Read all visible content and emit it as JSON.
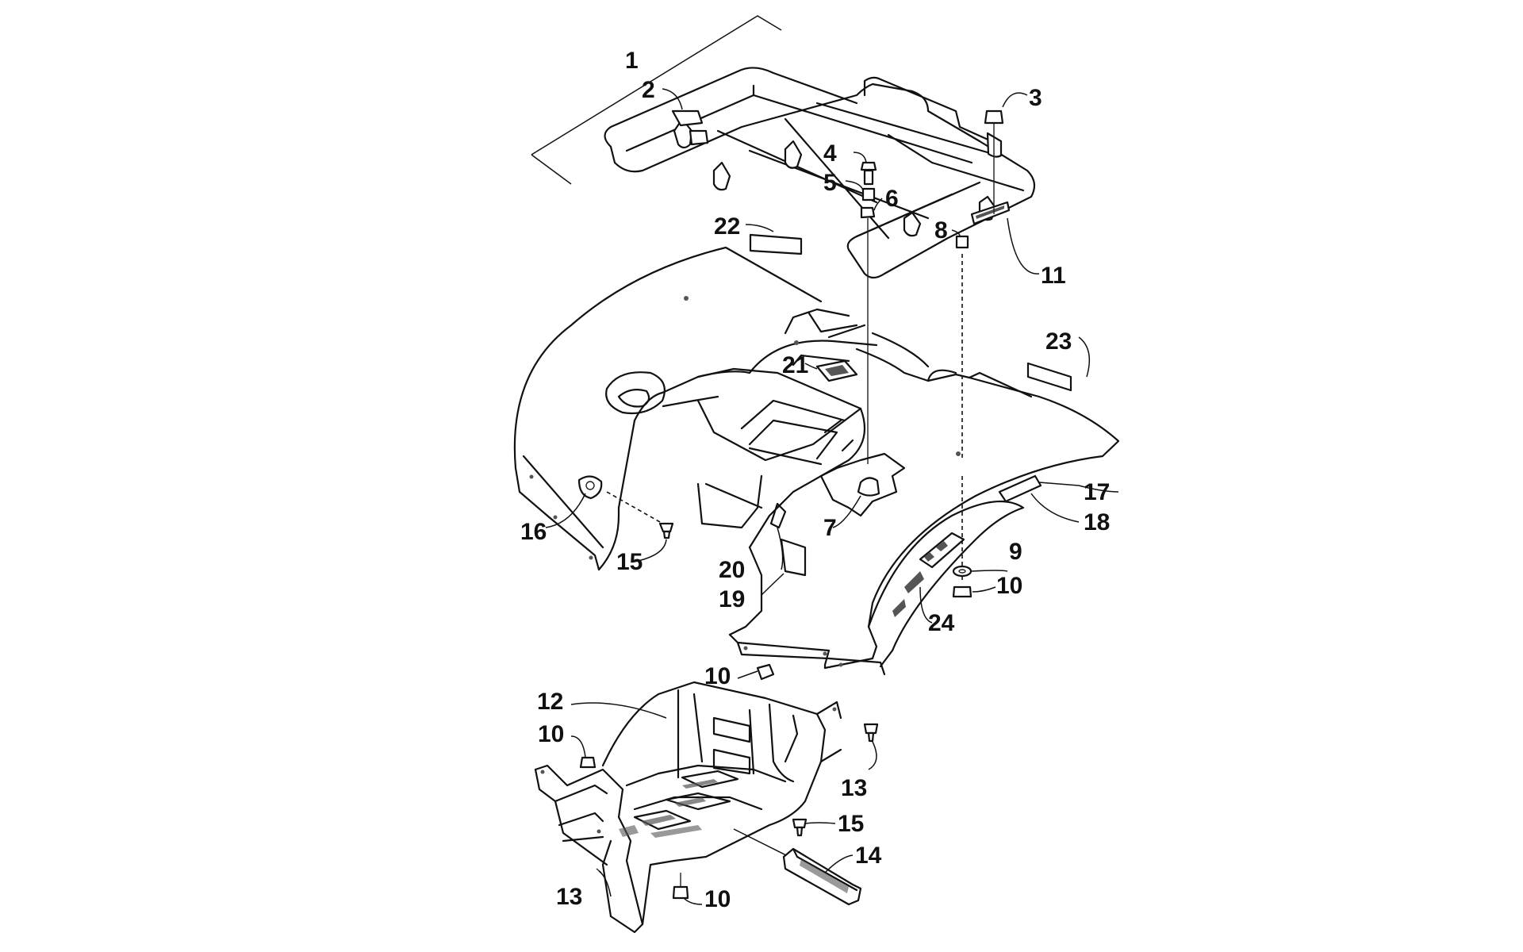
{
  "callouts": [
    {
      "id": "c1",
      "label": "1"
    },
    {
      "id": "c2",
      "label": "2"
    },
    {
      "id": "c3",
      "label": "3"
    },
    {
      "id": "c4",
      "label": "4"
    },
    {
      "id": "c5",
      "label": "5"
    },
    {
      "id": "c6",
      "label": "6"
    },
    {
      "id": "c7",
      "label": "7"
    },
    {
      "id": "c8",
      "label": "8"
    },
    {
      "id": "c9",
      "label": "9"
    },
    {
      "id": "c10a",
      "label": "10"
    },
    {
      "id": "c10b",
      "label": "10"
    },
    {
      "id": "c10c",
      "label": "10"
    },
    {
      "id": "c10d",
      "label": "10"
    },
    {
      "id": "c11",
      "label": "11"
    },
    {
      "id": "c12",
      "label": "12"
    },
    {
      "id": "c13a",
      "label": "13"
    },
    {
      "id": "c13b",
      "label": "13"
    },
    {
      "id": "c14",
      "label": "14"
    },
    {
      "id": "c15a",
      "label": "15"
    },
    {
      "id": "c15b",
      "label": "15"
    },
    {
      "id": "c16",
      "label": "16"
    },
    {
      "id": "c17",
      "label": "17"
    },
    {
      "id": "c18",
      "label": "18"
    },
    {
      "id": "c19",
      "label": "19"
    },
    {
      "id": "c20",
      "label": "20"
    },
    {
      "id": "c21",
      "label": "21"
    },
    {
      "id": "c22",
      "label": "22"
    },
    {
      "id": "c23",
      "label": "23"
    },
    {
      "id": "c24",
      "label": "24"
    }
  ]
}
